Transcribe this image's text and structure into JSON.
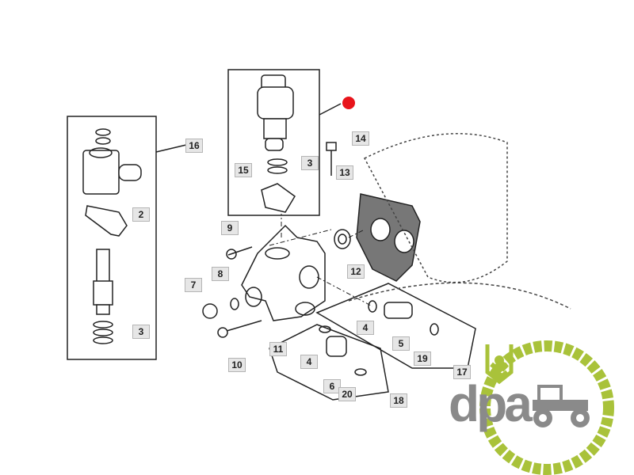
{
  "diagram": {
    "callouts": [
      {
        "id": "c16",
        "text": "16"
      },
      {
        "id": "c2",
        "text": "2"
      },
      {
        "id": "c3a",
        "text": "3"
      },
      {
        "id": "c15",
        "text": "15"
      },
      {
        "id": "c3b",
        "text": "3"
      },
      {
        "id": "c14",
        "text": "14"
      },
      {
        "id": "c13",
        "text": "13"
      },
      {
        "id": "c9",
        "text": "9"
      },
      {
        "id": "c12",
        "text": "12"
      },
      {
        "id": "c8",
        "text": "8"
      },
      {
        "id": "c7",
        "text": "7"
      },
      {
        "id": "c4a",
        "text": "4"
      },
      {
        "id": "c5",
        "text": "5"
      },
      {
        "id": "c19",
        "text": "19"
      },
      {
        "id": "c17",
        "text": "17"
      },
      {
        "id": "c11",
        "text": "11"
      },
      {
        "id": "c10",
        "text": "10"
      },
      {
        "id": "c4b",
        "text": "4"
      },
      {
        "id": "c6",
        "text": "6"
      },
      {
        "id": "c20",
        "text": "20"
      },
      {
        "id": "c18",
        "text": "18"
      }
    ],
    "marker_color": "#e8141b"
  },
  "logo": {
    "text": "dpa",
    "green": "#a9c23a",
    "gray": "#8a8a8a"
  }
}
